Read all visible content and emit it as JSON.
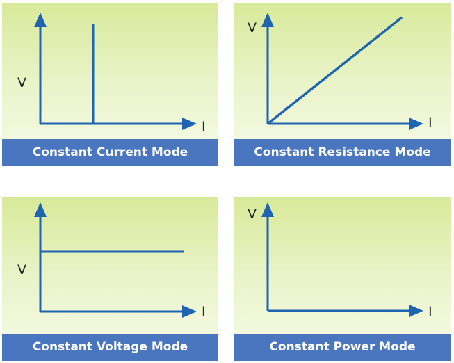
{
  "panels": [
    {
      "mode": "Constant Current Mode",
      "y_axis_label": "V",
      "x_axis_label": "I"
    },
    {
      "mode": "Constant Resistance Mode",
      "y_axis_label": "V",
      "x_axis_label": "I"
    },
    {
      "mode": "Constant Voltage Mode",
      "y_axis_label": "V",
      "x_axis_label": "I"
    },
    {
      "mode": "Constant Power Mode",
      "y_axis_label": "V",
      "x_axis_label": "I"
    }
  ],
  "colors": {
    "axis": "#1f64b0",
    "caption_bg": "#4a76bf",
    "caption_text": "#ffffff"
  }
}
